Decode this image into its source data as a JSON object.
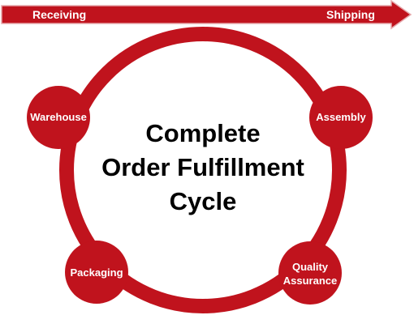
{
  "colors": {
    "accent": "#c0131d",
    "arrow_border": "#e6a8ac",
    "text_on_accent": "#ffffff",
    "title_text": "#000000"
  },
  "flow_arrow": {
    "start_label": "Receiving",
    "end_label": "Shipping"
  },
  "cycle": {
    "title_lines": [
      "Complete",
      "Order Fulfillment",
      "Cycle"
    ],
    "nodes": {
      "warehouse": {
        "label": "Warehouse"
      },
      "assembly": {
        "label": "Assembly"
      },
      "packaging": {
        "label": "Packaging"
      },
      "quality_assurance": {
        "label_lines": [
          "Quality",
          "Assurance"
        ]
      }
    }
  }
}
